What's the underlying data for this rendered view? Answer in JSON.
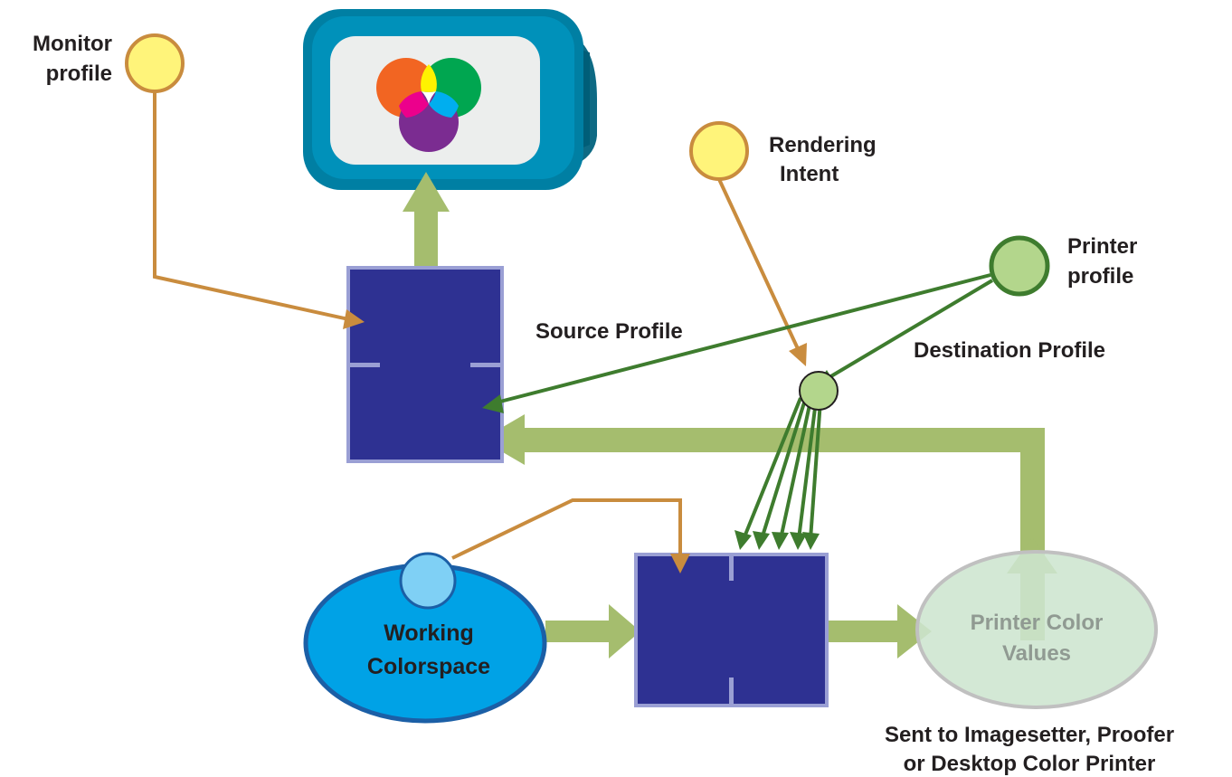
{
  "labels": {
    "monitor_profile": [
      "Monitor",
      "profile"
    ],
    "rendering_intent": [
      "Rendering",
      "Intent"
    ],
    "printer_profile": [
      "Printer",
      "profile"
    ],
    "source_profile": "Source Profile",
    "destination_profile": "Destination Profile",
    "working_colorspace": [
      "Working",
      "Colorspace"
    ],
    "printer_color_values": [
      "Printer Color",
      "Values"
    ],
    "output_note": [
      "Sent to Imagesetter, Proofer",
      "or Desktop Color Printer"
    ]
  },
  "colors": {
    "flow_arrow": "#a5bd6e",
    "profile_line": "#c98c3e",
    "profile_node_fill": "#fff47a",
    "printer_node_fill": "#b3d68c",
    "printer_node_stroke": "#3e7c2e",
    "destination_line": "#3e7c2e",
    "transform_box": "#2e3192",
    "transform_border": "#9a9fd4",
    "working_space_fill": "#00a2e6",
    "working_space_stroke": "#1b5fa6",
    "working_node_fill": "#7fd0f5",
    "printer_values_fill": "#cde5cf",
    "printer_values_stroke": "#c0c0c0",
    "printer_values_text": "#909a92",
    "monitor_body": "#007fa3",
    "monitor_screen": "#eceeed",
    "label_text": "#231f20"
  },
  "icons": {
    "monitor": "monitor-icon",
    "rgb_mix": "rgb-color-wheel-icon"
  }
}
